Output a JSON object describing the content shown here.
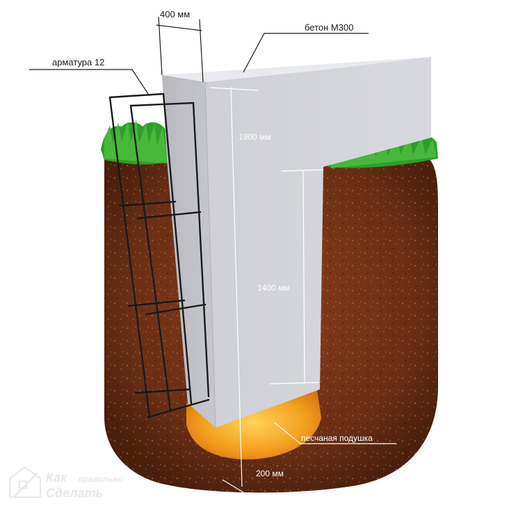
{
  "labels": {
    "rebar": "арматура 12",
    "concrete": "бетон М300",
    "width": "400 мм",
    "total_height": "1900 мм",
    "depth": "1400 мм",
    "sand_cushion": "песчаная подушка",
    "cushion_height": "200 мм"
  },
  "watermark": {
    "line1": "Как",
    "line2": "правильно",
    "line3": "Сделать",
    "icon": "house-logo-icon"
  },
  "colors": {
    "concrete": "#d3d4d9",
    "soil": "#6b2f14",
    "grass": "#2f9e2a",
    "sand": "#f09a1a",
    "rebar": "#1a1a1a"
  }
}
